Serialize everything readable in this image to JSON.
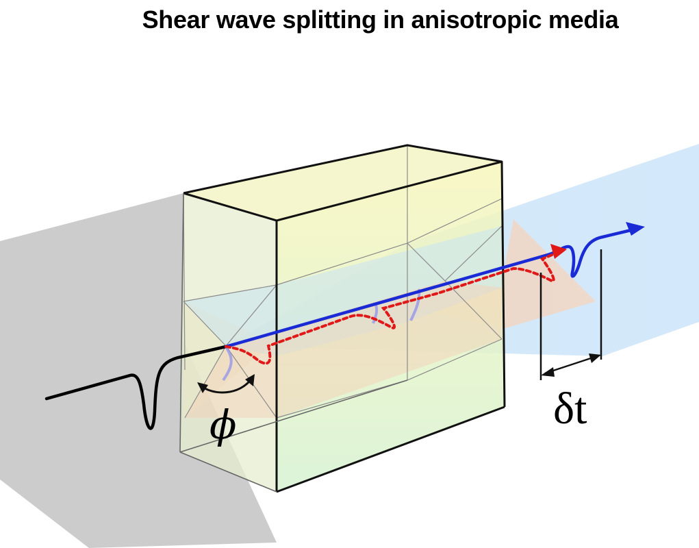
{
  "title": "Shear wave splitting in anisotropic media",
  "labels": {
    "phi": "ϕ",
    "delta_t": "δt"
  },
  "colors": {
    "incident_plane": "#b4b4b4",
    "fast_plane": "#bcdcf4",
    "slow_plane": "#f6d2b8",
    "block_front": "#e4f2c8",
    "fast_wave": "#1a2bd6",
    "slow_wave": "#e01818",
    "incident_wave": "#000000"
  }
}
